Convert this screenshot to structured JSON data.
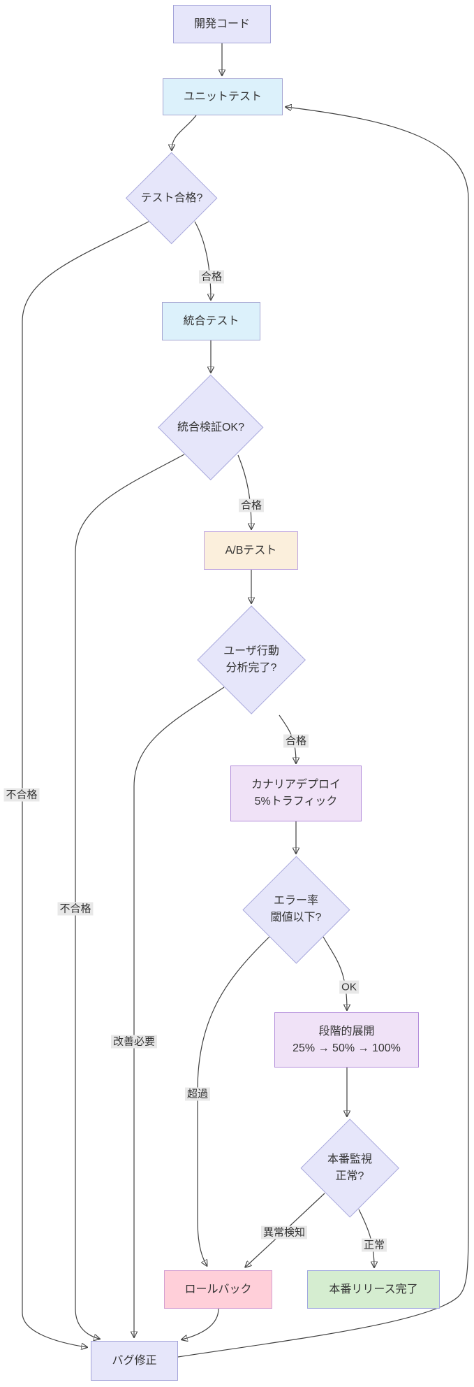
{
  "diagram": {
    "type": "flowchart",
    "direction": "top-down",
    "edge_color": "#404040",
    "edge_label_background": "#e8e8e8",
    "text_color": "#333333",
    "nodes": [
      {
        "id": "dev-code",
        "shape": "rect",
        "color_fill": "#e6e6fa",
        "color_border": "#a3a3d9",
        "lines": [
          "開発コード"
        ]
      },
      {
        "id": "unit-test",
        "shape": "rect",
        "color_fill": "#dcf1fb",
        "color_border": "#a6a6d2",
        "lines": [
          "ユニットテスト"
        ]
      },
      {
        "id": "test-pass",
        "shape": "diamond",
        "color_fill": "#e6e6fa",
        "color_border": "#a9a9dc",
        "lines": [
          "テスト合格?"
        ]
      },
      {
        "id": "integration-test",
        "shape": "rect",
        "color_fill": "#dcf1fb",
        "color_border": "#a6a6d2",
        "lines": [
          "統合テスト"
        ]
      },
      {
        "id": "integration-verify",
        "shape": "diamond",
        "color_fill": "#e6e6fa",
        "color_border": "#a9a9dc",
        "lines": [
          "統合検証OK?"
        ]
      },
      {
        "id": "ab-test",
        "shape": "rect",
        "color_fill": "#fbefdc",
        "color_border": "#bfa6df",
        "lines": [
          "A/Bテスト"
        ]
      },
      {
        "id": "user-analysis",
        "shape": "diamond",
        "color_fill": "#e6e6fa",
        "color_border": "#a9a9dc",
        "lines": [
          "ユーザ行動",
          "分析完了?"
        ]
      },
      {
        "id": "canary-deploy",
        "shape": "rect",
        "color_fill": "#f0e2f7",
        "color_border": "#b48edb",
        "lines": [
          "カナリアデプロイ",
          "5%トラフィック"
        ]
      },
      {
        "id": "error-rate",
        "shape": "diamond",
        "color_fill": "#e6e6fa",
        "color_border": "#a9a9dc",
        "lines": [
          "エラー率",
          "閾値以下?"
        ]
      },
      {
        "id": "staged-rollout",
        "shape": "rect",
        "color_fill": "#f0e2f7",
        "color_border": "#b48edb",
        "lines": [
          "段階的展開",
          "25% → 50% → 100%"
        ]
      },
      {
        "id": "production-monitor",
        "shape": "diamond",
        "color_fill": "#e6e6fa",
        "color_border": "#a9a9dc",
        "lines": [
          "本番監視",
          "正常?"
        ]
      },
      {
        "id": "rollback",
        "shape": "rect",
        "color_fill": "#ffcfd9",
        "color_border": "#d49fd1",
        "lines": [
          "ロールバック"
        ]
      },
      {
        "id": "release-complete",
        "shape": "rect",
        "color_fill": "#d5edd0",
        "color_border": "#a0a8df",
        "lines": [
          "本番リリース完了"
        ]
      },
      {
        "id": "bug-fix",
        "shape": "rect",
        "color_fill": "#e6e6fa",
        "color_border": "#a3a3d9",
        "lines": [
          "バグ修正"
        ]
      }
    ],
    "edges": [
      {
        "from": "dev-code",
        "to": "unit-test",
        "label": ""
      },
      {
        "from": "unit-test",
        "to": "test-pass",
        "label": ""
      },
      {
        "from": "test-pass",
        "to": "integration-test",
        "label": "合格"
      },
      {
        "from": "integration-test",
        "to": "integration-verify",
        "label": ""
      },
      {
        "from": "integration-verify",
        "to": "ab-test",
        "label": "合格"
      },
      {
        "from": "ab-test",
        "to": "user-analysis",
        "label": ""
      },
      {
        "from": "user-analysis",
        "to": "canary-deploy",
        "label": "合格"
      },
      {
        "from": "canary-deploy",
        "to": "error-rate",
        "label": ""
      },
      {
        "from": "error-rate",
        "to": "staged-rollout",
        "label": "OK"
      },
      {
        "from": "staged-rollout",
        "to": "production-monitor",
        "label": ""
      },
      {
        "from": "production-monitor",
        "to": "rollback",
        "label": "異常検知"
      },
      {
        "from": "production-monitor",
        "to": "release-complete",
        "label": "正常"
      },
      {
        "from": "test-pass",
        "to": "bug-fix",
        "label": "不合格"
      },
      {
        "from": "integration-verify",
        "to": "bug-fix",
        "label": "不合格"
      },
      {
        "from": "user-analysis",
        "to": "bug-fix",
        "label": "改善必要"
      },
      {
        "from": "error-rate",
        "to": "rollback",
        "label": "超過"
      },
      {
        "from": "rollback",
        "to": "bug-fix",
        "label": ""
      },
      {
        "from": "bug-fix",
        "to": "unit-test",
        "label": ""
      }
    ]
  }
}
